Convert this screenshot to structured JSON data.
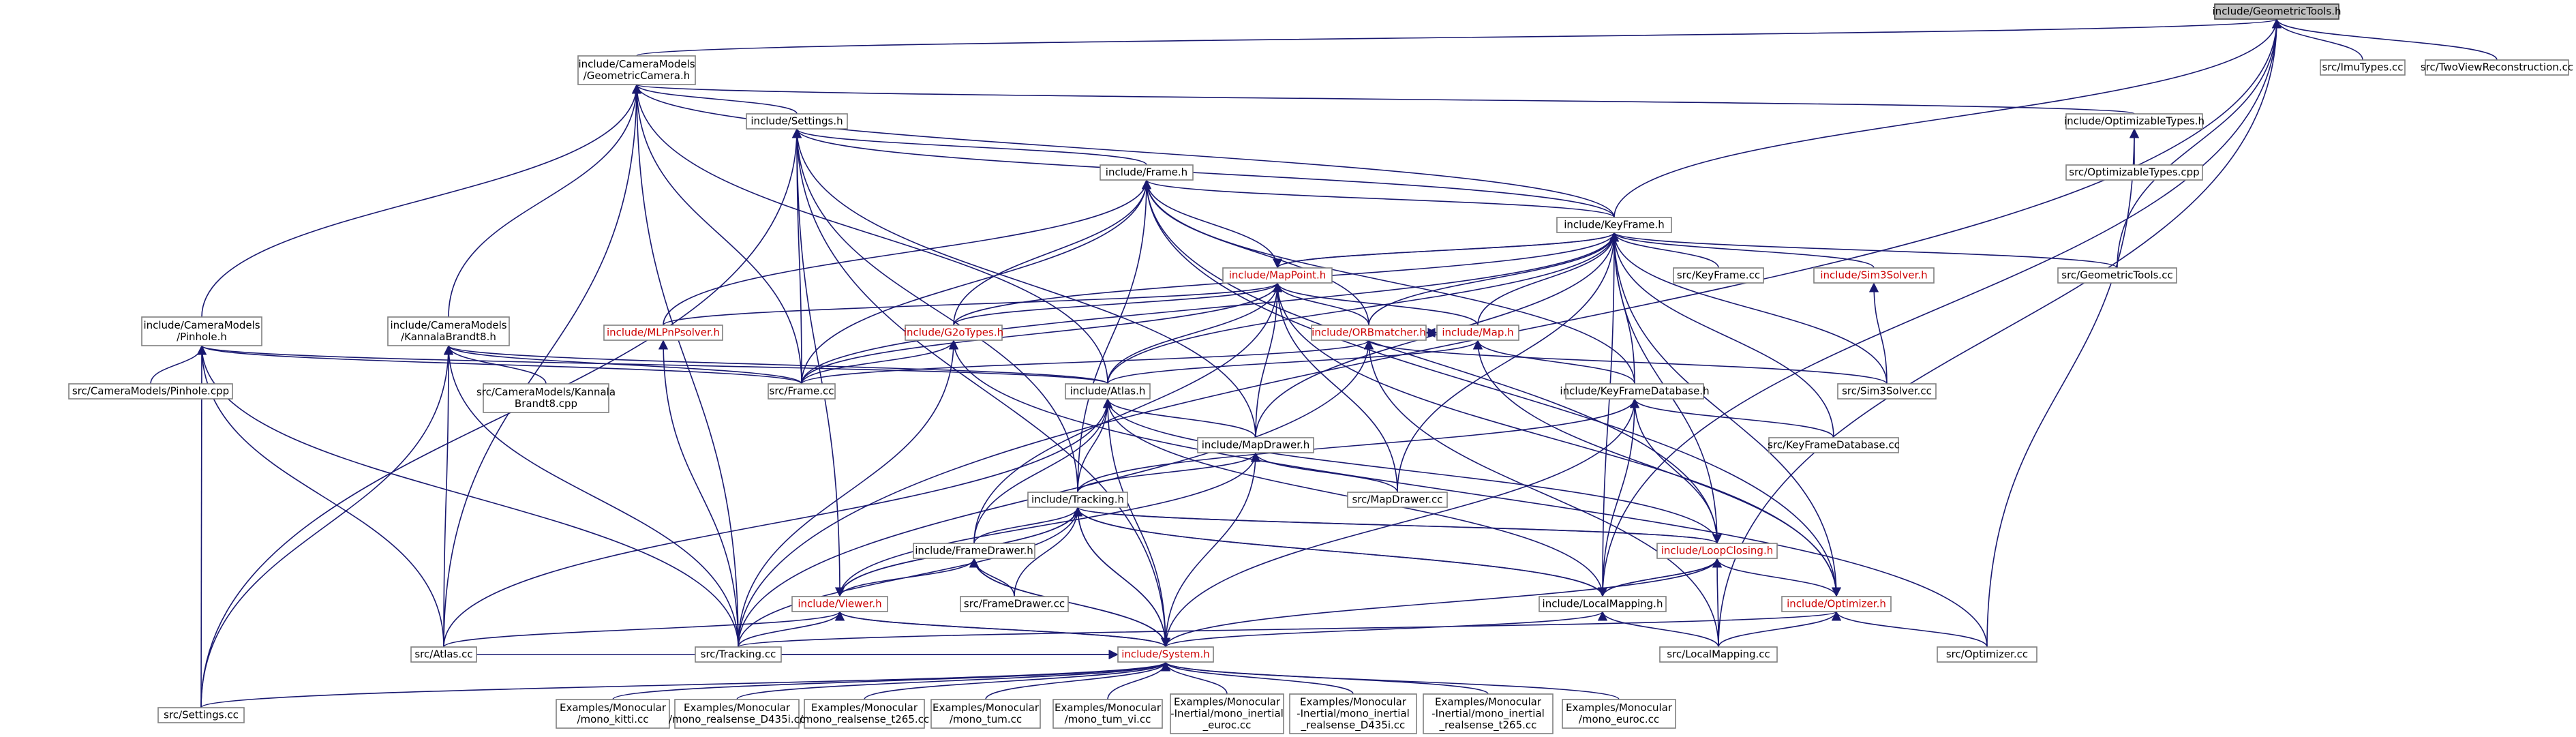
{
  "diagram": {
    "title": "",
    "nodes": [
      {
        "id": "geometric_tools_h",
        "lines": [
          "include/GeometricTools.h"
        ],
        "root": true
      },
      {
        "id": "geometric_camera_h",
        "lines": [
          "include/CameraModels",
          "/GeometricCamera.h"
        ]
      },
      {
        "id": "imu_types_cc",
        "lines": [
          "src/ImuTypes.cc"
        ]
      },
      {
        "id": "two_view_cc",
        "lines": [
          "src/TwoViewReconstruction.cc"
        ]
      },
      {
        "id": "settings_h",
        "lines": [
          "include/Settings.h"
        ]
      },
      {
        "id": "optimizable_types_h",
        "lines": [
          "include/OptimizableTypes.h"
        ]
      },
      {
        "id": "optimizable_types_cpp",
        "lines": [
          "src/OptimizableTypes.cpp"
        ]
      },
      {
        "id": "frame_h",
        "lines": [
          "include/Frame.h"
        ]
      },
      {
        "id": "keyframe_h",
        "lines": [
          "include/KeyFrame.h"
        ]
      },
      {
        "id": "mappoint_h",
        "lines": [
          "include/MapPoint.h"
        ],
        "red": true
      },
      {
        "id": "keyframe_cc",
        "lines": [
          "src/KeyFrame.cc"
        ]
      },
      {
        "id": "sim3solver_h",
        "lines": [
          "include/Sim3Solver.h"
        ],
        "red": true
      },
      {
        "id": "geometric_tools_cc",
        "lines": [
          "src/GeometricTools.cc"
        ]
      },
      {
        "id": "pinhole_h",
        "lines": [
          "include/CameraModels",
          "/Pinhole.h"
        ]
      },
      {
        "id": "kannala_h",
        "lines": [
          "include/CameraModels",
          "/KannalaBrandt8.h"
        ]
      },
      {
        "id": "mlpnp_h",
        "lines": [
          "include/MLPnPsolver.h"
        ],
        "red": true
      },
      {
        "id": "g2otypes_h",
        "lines": [
          "include/G2oTypes.h"
        ],
        "red": true
      },
      {
        "id": "orbmatcher_h",
        "lines": [
          "include/ORBmatcher.h"
        ],
        "red": true
      },
      {
        "id": "map_h",
        "lines": [
          "include/Map.h"
        ],
        "red": true
      },
      {
        "id": "pinhole_cpp",
        "lines": [
          "src/CameraModels/Pinhole.cpp"
        ]
      },
      {
        "id": "kannala_cpp",
        "lines": [
          "src/CameraModels/Kannala",
          "Brandt8.cpp"
        ]
      },
      {
        "id": "frame_cc",
        "lines": [
          "src/Frame.cc"
        ]
      },
      {
        "id": "atlas_h",
        "lines": [
          "include/Atlas.h"
        ]
      },
      {
        "id": "kfdb_h",
        "lines": [
          "include/KeyFrameDatabase.h"
        ]
      },
      {
        "id": "sim3solver_cc",
        "lines": [
          "src/Sim3Solver.cc"
        ]
      },
      {
        "id": "mapdrawer_h",
        "lines": [
          "include/MapDrawer.h"
        ]
      },
      {
        "id": "kfdb_cc",
        "lines": [
          "src/KeyFrameDatabase.cc"
        ]
      },
      {
        "id": "mapdrawer_cc",
        "lines": [
          "src/MapDrawer.cc"
        ]
      },
      {
        "id": "tracking_h",
        "lines": [
          "include/Tracking.h"
        ]
      },
      {
        "id": "framedrawer_h",
        "lines": [
          "include/FrameDrawer.h"
        ]
      },
      {
        "id": "loopclosing_h",
        "lines": [
          "include/LoopClosing.h"
        ],
        "red": true
      },
      {
        "id": "localmapping_h",
        "lines": [
          "include/LocalMapping.h"
        ]
      },
      {
        "id": "optimizer_h",
        "lines": [
          "include/Optimizer.h"
        ],
        "red": true
      },
      {
        "id": "framedrawer_cc",
        "lines": [
          "src/FrameDrawer.cc"
        ]
      },
      {
        "id": "viewer_h",
        "lines": [
          "include/Viewer.h"
        ],
        "red": true
      },
      {
        "id": "atlas_cc",
        "lines": [
          "src/Atlas.cc"
        ]
      },
      {
        "id": "tracking_cc",
        "lines": [
          "src/Tracking.cc"
        ]
      },
      {
        "id": "system_h",
        "lines": [
          "include/System.h"
        ],
        "red": true
      },
      {
        "id": "localmapping_cc",
        "lines": [
          "src/LocalMapping.cc"
        ]
      },
      {
        "id": "optimizer_cc",
        "lines": [
          "src/Optimizer.cc"
        ]
      },
      {
        "id": "settings_cc",
        "lines": [
          "src/Settings.cc"
        ]
      },
      {
        "id": "mono_kitti",
        "lines": [
          "Examples/Monocular",
          "/mono_kitti.cc"
        ]
      },
      {
        "id": "mono_rs_d435i",
        "lines": [
          "Examples/Monocular",
          "/mono_realsense_D435i.cc"
        ]
      },
      {
        "id": "mono_rs_t265",
        "lines": [
          "Examples/Monocular",
          "/mono_realsense_t265.cc"
        ]
      },
      {
        "id": "mono_tum",
        "lines": [
          "Examples/Monocular",
          "/mono_tum.cc"
        ]
      },
      {
        "id": "mono_tum_vi",
        "lines": [
          "Examples/Monocular",
          "/mono_tum_vi.cc"
        ]
      },
      {
        "id": "mi_euroc",
        "lines": [
          "Examples/Monocular",
          "-Inertial/mono_inertial",
          "_euroc.cc"
        ]
      },
      {
        "id": "mi_rs_d435i",
        "lines": [
          "Examples/Monocular",
          "-Inertial/mono_inertial",
          "_realsense_D435i.cc"
        ]
      },
      {
        "id": "mi_rs_t265",
        "lines": [
          "Examples/Monocular",
          "-Inertial/mono_inertial",
          "_realsense_t265.cc"
        ]
      },
      {
        "id": "mono_euroc",
        "lines": [
          "Examples/Monocular",
          "/mono_euroc.cc"
        ]
      }
    ],
    "edges": [
      [
        "geometric_camera_h",
        "geometric_tools_h"
      ],
      [
        "imu_types_cc",
        "geometric_tools_h"
      ],
      [
        "two_view_cc",
        "geometric_tools_h"
      ],
      [
        "keyframe_h",
        "geometric_tools_h"
      ],
      [
        "geometric_tools_cc",
        "geometric_tools_h"
      ],
      [
        "tracking_cc",
        "geometric_tools_h"
      ],
      [
        "localmapping_h",
        "geometric_tools_h"
      ],
      [
        "localmapping_cc",
        "geometric_tools_h"
      ],
      [
        "settings_h",
        "geometric_camera_h"
      ],
      [
        "optimizable_types_h",
        "geometric_camera_h"
      ],
      [
        "keyframe_h",
        "geometric_camera_h"
      ],
      [
        "pinhole_h",
        "geometric_camera_h"
      ],
      [
        "kannala_h",
        "geometric_camera_h"
      ],
      [
        "frame_cc",
        "geometric_camera_h"
      ],
      [
        "atlas_h",
        "geometric_camera_h"
      ],
      [
        "tracking_cc",
        "geometric_camera_h"
      ],
      [
        "atlas_cc",
        "geometric_camera_h"
      ],
      [
        "optimizable_types_cpp",
        "optimizable_types_h"
      ],
      [
        "optimizer_cc",
        "optimizable_types_h"
      ],
      [
        "frame_h",
        "settings_h"
      ],
      [
        "keyframe_h",
        "settings_h"
      ],
      [
        "frame_cc",
        "settings_h"
      ],
      [
        "mapdrawer_h",
        "settings_h"
      ],
      [
        "tracking_h",
        "settings_h"
      ],
      [
        "viewer_h",
        "settings_h"
      ],
      [
        "system_h",
        "settings_h"
      ],
      [
        "settings_cc",
        "settings_h"
      ],
      [
        "keyframe_h",
        "frame_h"
      ],
      [
        "mappoint_h",
        "frame_h"
      ],
      [
        "mlpnp_h",
        "frame_h"
      ],
      [
        "g2otypes_h",
        "frame_h"
      ],
      [
        "orbmatcher_h",
        "frame_h"
      ],
      [
        "frame_cc",
        "frame_h"
      ],
      [
        "kfdb_h",
        "frame_h"
      ],
      [
        "tracking_h",
        "frame_h"
      ],
      [
        "optimizer_h",
        "frame_h"
      ],
      [
        "loopclosing_h",
        "frame_h"
      ],
      [
        "mappoint_h",
        "keyframe_h"
      ],
      [
        "keyframe_cc",
        "keyframe_h"
      ],
      [
        "sim3solver_h",
        "keyframe_h"
      ],
      [
        "geometric_tools_cc",
        "keyframe_h"
      ],
      [
        "g2otypes_h",
        "keyframe_h"
      ],
      [
        "orbmatcher_h",
        "keyframe_h"
      ],
      [
        "map_h",
        "keyframe_h"
      ],
      [
        "frame_cc",
        "keyframe_h"
      ],
      [
        "atlas_h",
        "keyframe_h"
      ],
      [
        "kfdb_h",
        "keyframe_h"
      ],
      [
        "sim3solver_cc",
        "keyframe_h"
      ],
      [
        "mapdrawer_h",
        "keyframe_h"
      ],
      [
        "kfdb_cc",
        "keyframe_h"
      ],
      [
        "mapdrawer_cc",
        "keyframe_h"
      ],
      [
        "localmapping_h",
        "keyframe_h"
      ],
      [
        "loopclosing_h",
        "keyframe_h"
      ],
      [
        "optimizer_h",
        "keyframe_h"
      ],
      [
        "keyframe_h",
        "mappoint_h"
      ],
      [
        "mlpnp_h",
        "mappoint_h"
      ],
      [
        "g2otypes_h",
        "mappoint_h"
      ],
      [
        "orbmatcher_h",
        "mappoint_h"
      ],
      [
        "map_h",
        "mappoint_h"
      ],
      [
        "frame_cc",
        "mappoint_h"
      ],
      [
        "atlas_h",
        "mappoint_h"
      ],
      [
        "mapdrawer_h",
        "mappoint_h"
      ],
      [
        "mapdrawer_cc",
        "mappoint_h"
      ],
      [
        "framedrawer_h",
        "mappoint_h"
      ],
      [
        "optimizer_h",
        "mappoint_h"
      ],
      [
        "sim3solver_cc",
        "sim3solver_h"
      ],
      [
        "frame_cc",
        "pinhole_h"
      ],
      [
        "atlas_h",
        "pinhole_h"
      ],
      [
        "pinhole_cpp",
        "pinhole_h"
      ],
      [
        "atlas_cc",
        "pinhole_h"
      ],
      [
        "tracking_cc",
        "pinhole_h"
      ],
      [
        "settings_cc",
        "pinhole_h"
      ],
      [
        "frame_cc",
        "kannala_h"
      ],
      [
        "atlas_h",
        "kannala_h"
      ],
      [
        "kannala_cpp",
        "kannala_h"
      ],
      [
        "atlas_cc",
        "kannala_h"
      ],
      [
        "tracking_cc",
        "kannala_h"
      ],
      [
        "settings_cc",
        "kannala_h"
      ],
      [
        "tracking_cc",
        "mlpnp_h"
      ],
      [
        "frame_cc",
        "g2otypes_h"
      ],
      [
        "tracking_cc",
        "g2otypes_h"
      ],
      [
        "optimizer_cc",
        "g2otypes_h"
      ],
      [
        "frame_cc",
        "orbmatcher_h"
      ],
      [
        "sim3solver_cc",
        "orbmatcher_h"
      ],
      [
        "tracking_cc",
        "orbmatcher_h"
      ],
      [
        "localmapping_cc",
        "orbmatcher_h"
      ],
      [
        "map_h",
        "orbmatcher_h"
      ],
      [
        "atlas_h",
        "map_h"
      ],
      [
        "kfdb_h",
        "map_h"
      ],
      [
        "optimizer_h",
        "map_h"
      ],
      [
        "orbmatcher_h",
        "map_h"
      ],
      [
        "mapdrawer_h",
        "atlas_h"
      ],
      [
        "tracking_h",
        "atlas_h"
      ],
      [
        "framedrawer_h",
        "atlas_h"
      ],
      [
        "loopclosing_h",
        "atlas_h"
      ],
      [
        "localmapping_h",
        "atlas_h"
      ],
      [
        "system_h",
        "atlas_h"
      ],
      [
        "atlas_cc",
        "atlas_h"
      ],
      [
        "tracking_h",
        "kfdb_h"
      ],
      [
        "kfdb_cc",
        "kfdb_h"
      ],
      [
        "loopclosing_h",
        "kfdb_h"
      ],
      [
        "localmapping_h",
        "kfdb_h"
      ],
      [
        "system_h",
        "kfdb_h"
      ],
      [
        "tracking_h",
        "mapdrawer_h"
      ],
      [
        "viewer_h",
        "mapdrawer_h"
      ],
      [
        "system_h",
        "mapdrawer_h"
      ],
      [
        "mapdrawer_cc",
        "mapdrawer_h"
      ],
      [
        "framedrawer_h",
        "tracking_h"
      ],
      [
        "loopclosing_h",
        "tracking_h"
      ],
      [
        "localmapping_h",
        "tracking_h"
      ],
      [
        "viewer_h",
        "tracking_h"
      ],
      [
        "system_h",
        "tracking_h"
      ],
      [
        "tracking_cc",
        "tracking_h"
      ],
      [
        "framedrawer_cc",
        "tracking_h"
      ],
      [
        "viewer_h",
        "framedrawer_h"
      ],
      [
        "system_h",
        "framedrawer_h"
      ],
      [
        "framedrawer_cc",
        "framedrawer_h"
      ],
      [
        "localmapping_h",
        "loopclosing_h"
      ],
      [
        "system_h",
        "loopclosing_h"
      ],
      [
        "tracking_h",
        "loopclosing_h"
      ],
      [
        "localmapping_cc",
        "loopclosing_h"
      ],
      [
        "loopclosing_h",
        "localmapping_h"
      ],
      [
        "tracking_h",
        "localmapping_h"
      ],
      [
        "system_h",
        "localmapping_h"
      ],
      [
        "localmapping_cc",
        "localmapping_h"
      ],
      [
        "localmapping_cc",
        "optimizer_h"
      ],
      [
        "optimizer_cc",
        "optimizer_h"
      ],
      [
        "tracking_cc",
        "optimizer_h"
      ],
      [
        "loopclosing_h",
        "optimizer_h"
      ],
      [
        "system_h",
        "viewer_h"
      ],
      [
        "atlas_cc",
        "viewer_h"
      ],
      [
        "tracking_cc",
        "viewer_h"
      ],
      [
        "tracking_h",
        "viewer_h"
      ],
      [
        "tracking_cc",
        "system_h"
      ],
      [
        "settings_cc",
        "system_h"
      ],
      [
        "mono_kitti",
        "system_h"
      ],
      [
        "mono_rs_d435i",
        "system_h"
      ],
      [
        "mono_rs_t265",
        "system_h"
      ],
      [
        "mono_tum",
        "system_h"
      ],
      [
        "mono_tum_vi",
        "system_h"
      ],
      [
        "mi_euroc",
        "system_h"
      ],
      [
        "mi_rs_d435i",
        "system_h"
      ],
      [
        "mi_rs_t265",
        "system_h"
      ],
      [
        "mono_euroc",
        "system_h"
      ],
      [
        "viewer_h",
        "system_h"
      ],
      [
        "framedrawer_h",
        "system_h"
      ],
      [
        "tracking_h",
        "system_h"
      ],
      [
        "atlas_cc",
        "system_h"
      ]
    ]
  }
}
